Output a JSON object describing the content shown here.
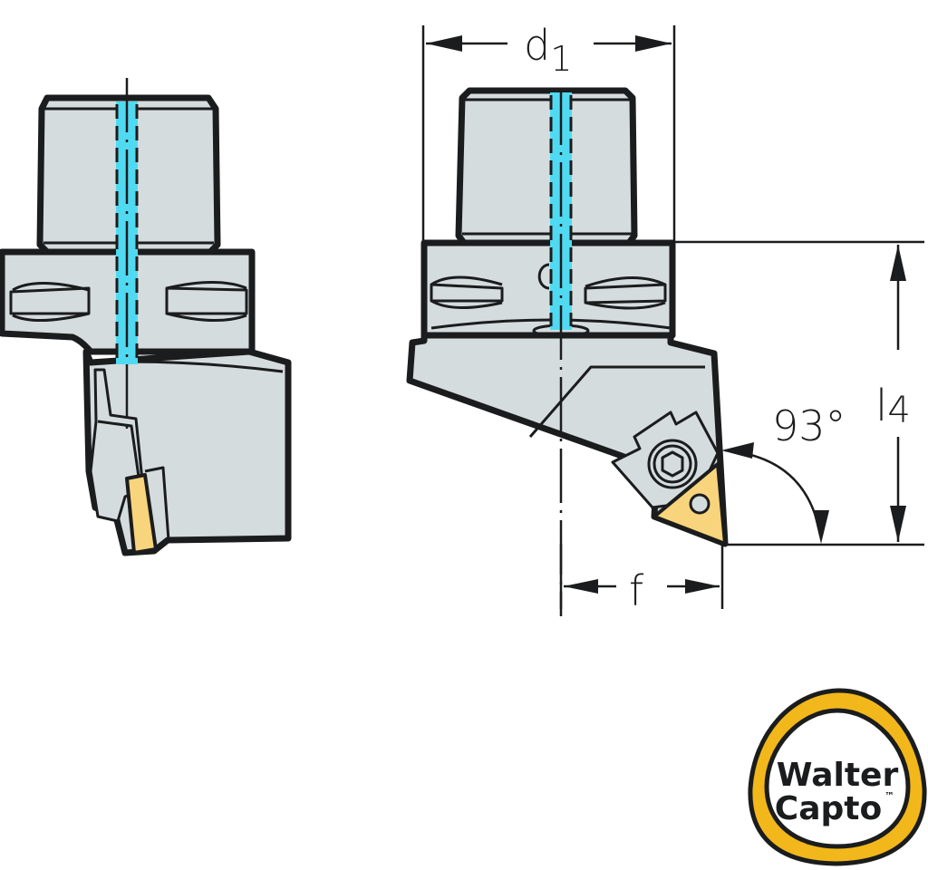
{
  "diagram": {
    "title": "Walter Capto turning tool holder, 93° approach",
    "colors": {
      "body": "#d5dcdd",
      "outline": "#1b1c1d",
      "coolant": "#4fdaf2",
      "insert": "#f8d47c",
      "logo_ring": "#f2b71a"
    },
    "dimensions": {
      "d1": {
        "symbol": "d",
        "subscript": "1"
      },
      "l4": {
        "symbol": "l",
        "subscript": "4"
      },
      "f": {
        "symbol": "f"
      },
      "angle": {
        "value": "93°"
      }
    },
    "logo": {
      "line1": "Walter",
      "line2": "Capto",
      "trademark": "™"
    }
  }
}
